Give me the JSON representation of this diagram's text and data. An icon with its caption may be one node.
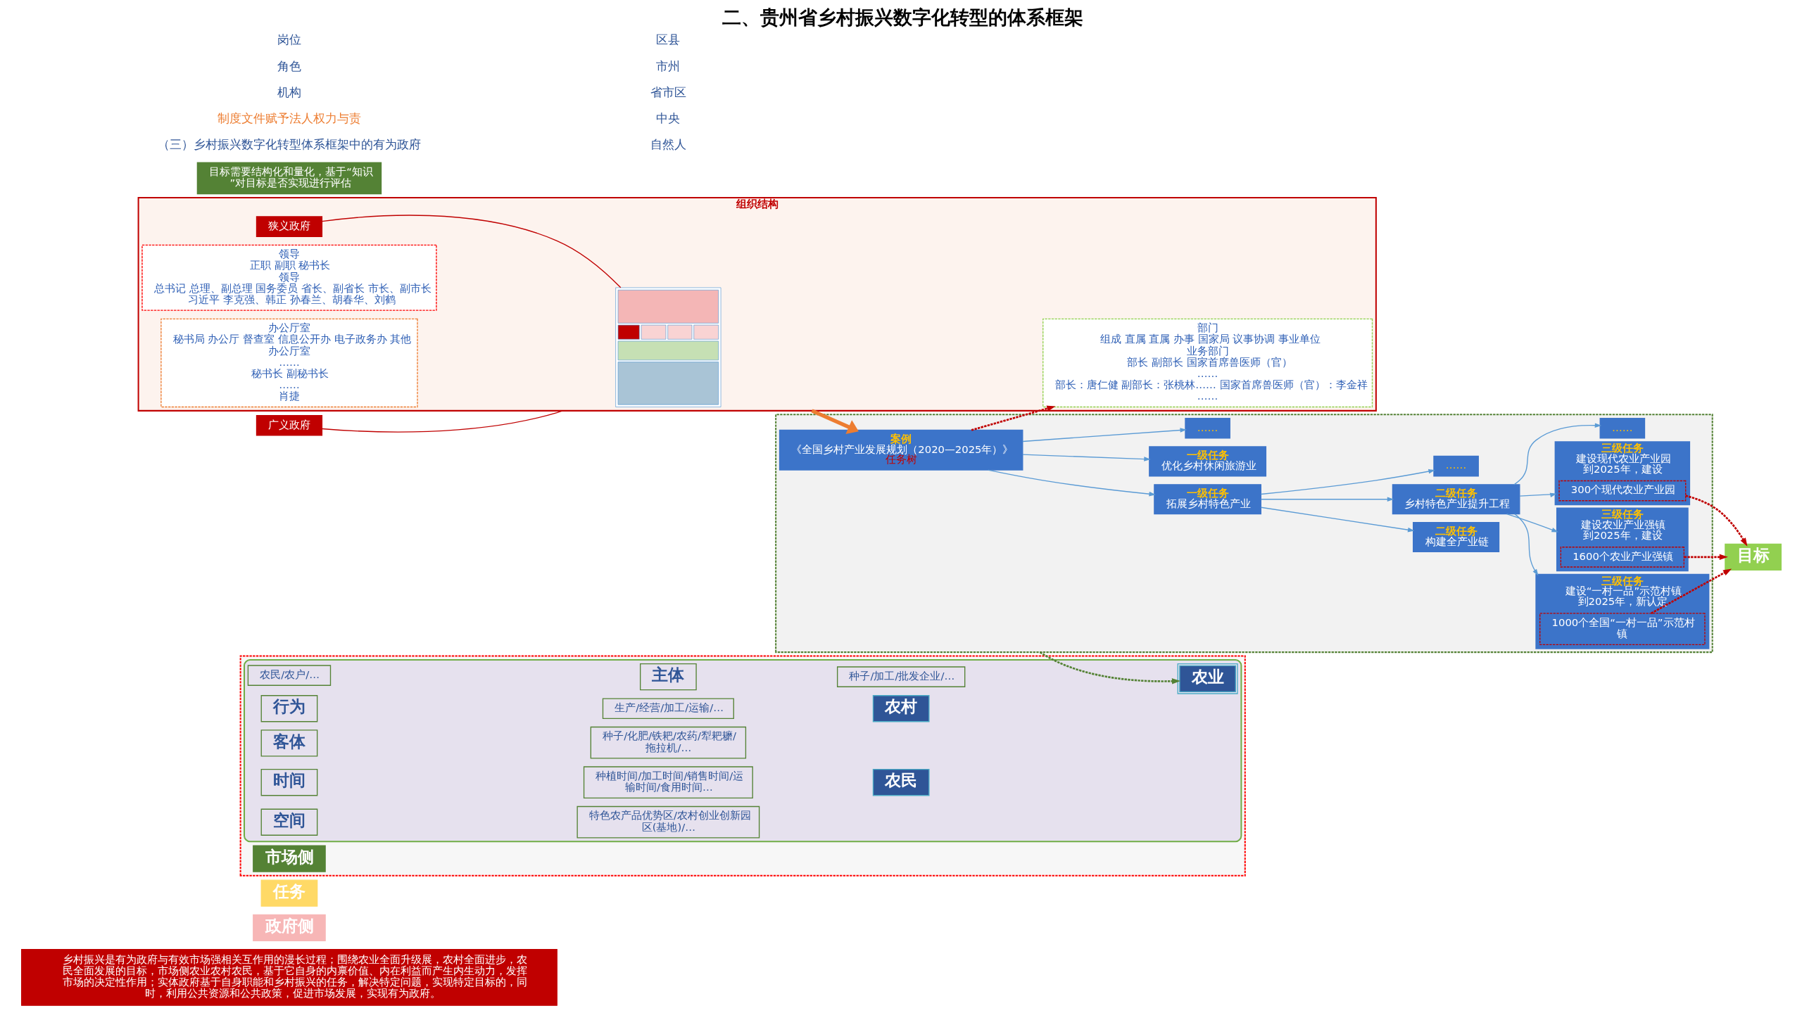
{
  "diagram": {
    "title": "二、贵州省乡村振兴数字化转型的体系框架",
    "nodes": [
      {
        "text": [
          "乡村振兴是有为政府与有效市场强相关互作用的漫长过程；围绕农业全面升级展，农村全面进步，农民全面发展的目标，市场侧农业农村农民，基于它自身的内禀价值、内在利益而产生内生动力，发挥市场的决定性作用；实体政府基于自身职能和乡村振兴的任务，解决特定问题，实现特定目标的，同时，利用公共资源和公共政策，促进市场发展，实现有为政府。"
        ]
      },
      {
        "text": [
          "政府侧"
        ]
      },
      {
        "text": [
          "任务"
        ]
      },
      {
        "text": [
          "目标"
        ]
      },
      {
        "text": [
          "广义政府"
        ]
      },
      {
        "text": [
          "组织结构"
        ]
      },
      {
        "text": [],
        "shape": "picture",
        "in": 5
      },
      {
        "text": [
          "狭义政府"
        ],
        "in": 5
      },
      {
        "text": [
          "领导",
          "正职 副职 秘书长",
          "领导",
          "总书记 总理、副总理 国务委员 省长、副省长 市长、副市长",
          "习近平 李克强、韩正 孙春兰、胡春华、刘鹤"
        ],
        "in": 5
      },
      {
        "text": [
          "办公厅室",
          "秘书局 办公厅 督查室 信息公开办 电子政务办 其他",
          "办公厅室",
          "……",
          "秘书长 副秘书长",
          "……",
          "肖捷"
        ],
        "in": 5
      },
      {
        "text": [
          "部门",
          "组成 直属 直属 办事 国家局 议事协调 事业单位",
          "业务部门",
          "部长 副部长 国家首席兽医师（官）",
          "……",
          "部长：唐仁健 副部长：张桃林…… 国家首席兽医师（官）：李金祥",
          "……"
        ],
        "in": 5
      },
      {
        "text": [],
        "shape": "box"
      },
      {
        "text": [
          "案例",
          "《全国乡村产业发展规划（2020—2025年）》",
          "任务树"
        ],
        "in": 11
      },
      {
        "text": [
          "一级任务",
          "拓展乡村特色产业"
        ],
        "in": 11
      },
      {
        "text": [
          "一级任务",
          "优化乡村休闲旅游业"
        ],
        "in": 11
      },
      {
        "text": [
          "……"
        ],
        "in": 11
      },
      {
        "text": [
          "二级任务",
          "构建全产业链"
        ],
        "in": 11
      },
      {
        "text": [
          "二级任务",
          "乡村特色产业提升工程"
        ],
        "in": 11
      },
      {
        "text": [
          "……"
        ],
        "in": 11
      },
      {
        "text": [
          "三级任务",
          "建设“一村一品”示范村镇",
          "到2025年，新认定"
        ],
        "in": 11
      },
      {
        "text": [
          "1000个全国“一村一品”示范村镇"
        ],
        "in": 19
      },
      {
        "text": [
          "三级任务",
          "建设农业产业强镇",
          "到2025年，建设"
        ],
        "in": 11
      },
      {
        "text": [
          "1600个农业产业强镇"
        ],
        "in": 21
      },
      {
        "text": [
          "三级任务",
          "建设现代农业产业园",
          "到2025年，建设"
        ],
        "in": 11
      },
      {
        "text": [
          "300个现代农业产业园"
        ],
        "in": 23
      },
      {
        "text": [
          "……"
        ],
        "in": 11
      },
      {
        "text": [
          "目标需要结构化和量化，基于“知识”对目标是否实现进行评估"
        ]
      },
      {
        "text": [],
        "shape": "box"
      },
      {
        "text": [
          "市场侧"
        ],
        "in": 27
      },
      {
        "text": [],
        "shape": "box",
        "in": 27
      },
      {
        "text": [
          "主体"
        ],
        "in": 29
      },
      {
        "text": [
          "种子/加工/批发企业/…"
        ],
        "in": 29
      },
      {
        "text": [
          "农民/农户/…"
        ],
        "in": 29
      },
      {
        "text": [
          "行为"
        ],
        "in": 29
      },
      {
        "text": [
          "生产/经营/加工/运输/…"
        ],
        "in": 29
      },
      {
        "text": [
          "客体"
        ],
        "in": 29
      },
      {
        "text": [
          "种子/化肥/铁耙/农药/犁耙耱/拖拉机/…"
        ],
        "in": 29
      },
      {
        "text": [
          "时间"
        ],
        "in": 29
      },
      {
        "text": [
          "种植时间/加工时间/销售时间/运输时间/食用时间…"
        ],
        "in": 29
      },
      {
        "text": [
          "空间"
        ],
        "in": 29
      },
      {
        "text": [
          "特色农产品优势区/农村创业创新园区(基地)/…"
        ],
        "in": 29
      },
      {
        "text": [
          "农业"
        ],
        "in": 29
      },
      {
        "text": [
          "农村"
        ],
        "in": 29
      },
      {
        "text": [
          "农民"
        ],
        "in": 29
      }
    ],
    "edges": [
      {
        "from": 4,
        "to": 5,
        "arrow": "none",
        "color": "#c00000"
      },
      {
        "from": 7,
        "to": 6,
        "arrow": "none",
        "color": "#c00000"
      },
      {
        "from": 5,
        "to": 12,
        "arrow": "to",
        "color": "#ed7d31",
        "style": "thick"
      },
      {
        "from": 12,
        "to": 13,
        "arrow": "to"
      },
      {
        "from": 12,
        "to": 14,
        "arrow": "to"
      },
      {
        "from": 12,
        "to": 15,
        "arrow": "to"
      },
      {
        "from": 13,
        "to": 16,
        "arrow": "to"
      },
      {
        "from": 13,
        "to": 17,
        "arrow": "to"
      },
      {
        "from": 13,
        "to": 18,
        "arrow": "to"
      },
      {
        "from": 17,
        "to": 19,
        "arrow": "to"
      },
      {
        "from": 17,
        "to": 21,
        "arrow": "to"
      },
      {
        "from": 17,
        "to": 23,
        "arrow": "to"
      },
      {
        "from": 17,
        "to": 25,
        "arrow": "to"
      },
      {
        "from": 20,
        "to": 3,
        "arrow": "to",
        "style": "dashed",
        "color": "#c00000"
      },
      {
        "from": 22,
        "to": 3,
        "arrow": "to",
        "style": "dashed",
        "color": "#c00000"
      },
      {
        "from": 24,
        "to": 3,
        "arrow": "to",
        "style": "dashed",
        "color": "#c00000"
      },
      {
        "from": 12,
        "to": 10,
        "arrow": "to",
        "style": "dashed",
        "color": "#c00000"
      },
      {
        "from": 11,
        "to": 41,
        "arrow": "to",
        "style": "dashed",
        "color": "#548235"
      }
    ],
    "labels": [
      "（三）乡村振兴数字化转型体系框架中的有为政府",
      "制度文件赋予法人权力与责",
      "机构",
      "角色",
      "岗位",
      "自然人",
      "中央",
      "省市区",
      "市州",
      "区县"
    ]
  }
}
